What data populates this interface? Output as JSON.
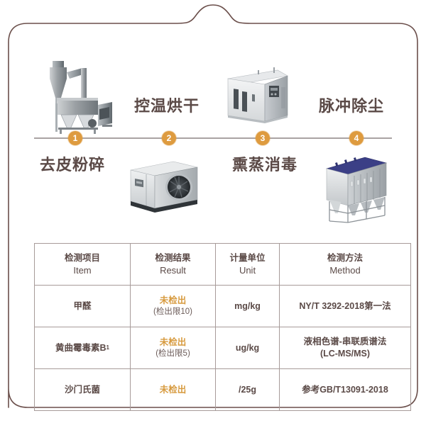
{
  "frame": {
    "border_color": "#6b4f4b",
    "background": "#ffffff"
  },
  "theme": {
    "text_color": "#5b4a47",
    "accent_color": "#de9b3f",
    "table_border": "#a79b99",
    "timeline_color": "#a9a3a3"
  },
  "process": {
    "steps": [
      {
        "number": "1",
        "label": "去皮粉碎",
        "equipment": "grinder-machine"
      },
      {
        "number": "2",
        "label": "控温烘干",
        "equipment": "fumigation-machine"
      },
      {
        "number": "3",
        "label": "熏蒸消毒",
        "equipment": "drying-oven-machine"
      },
      {
        "number": "4",
        "label": "脉冲除尘",
        "equipment": "dust-collector-machine"
      }
    ],
    "labels_top": [
      "控温烘干",
      "脉冲除尘"
    ],
    "labels_bottom": [
      "去皮粉碎",
      "熏蒸消毒"
    ]
  },
  "table": {
    "headers": [
      {
        "cn": "检测项目",
        "en": "Item"
      },
      {
        "cn": "检测结果",
        "en": "Result"
      },
      {
        "cn": "计量单位",
        "en": "Unit"
      },
      {
        "cn": "检测方法",
        "en": "Method"
      }
    ],
    "rows": [
      {
        "item": "甲醛",
        "item_sub": "",
        "result": "未检出",
        "result_limit": "(检出限10)",
        "unit": "mg/kg",
        "method_line1": "NY/T 3292-2018第一法",
        "method_line2": ""
      },
      {
        "item": "黄曲霉毒素B",
        "item_sub": "1",
        "result": "未检出",
        "result_limit": "(检出限5)",
        "unit": "ug/kg",
        "method_line1": "液相色谱-串联质谱法",
        "method_line2": "(LC-MS/MS)"
      },
      {
        "item": "沙门氏菌",
        "item_sub": "",
        "result": "未检出",
        "result_limit": "",
        "unit": "/25g",
        "method_line1": "参考GB/T13091-2018",
        "method_line2": ""
      }
    ]
  }
}
